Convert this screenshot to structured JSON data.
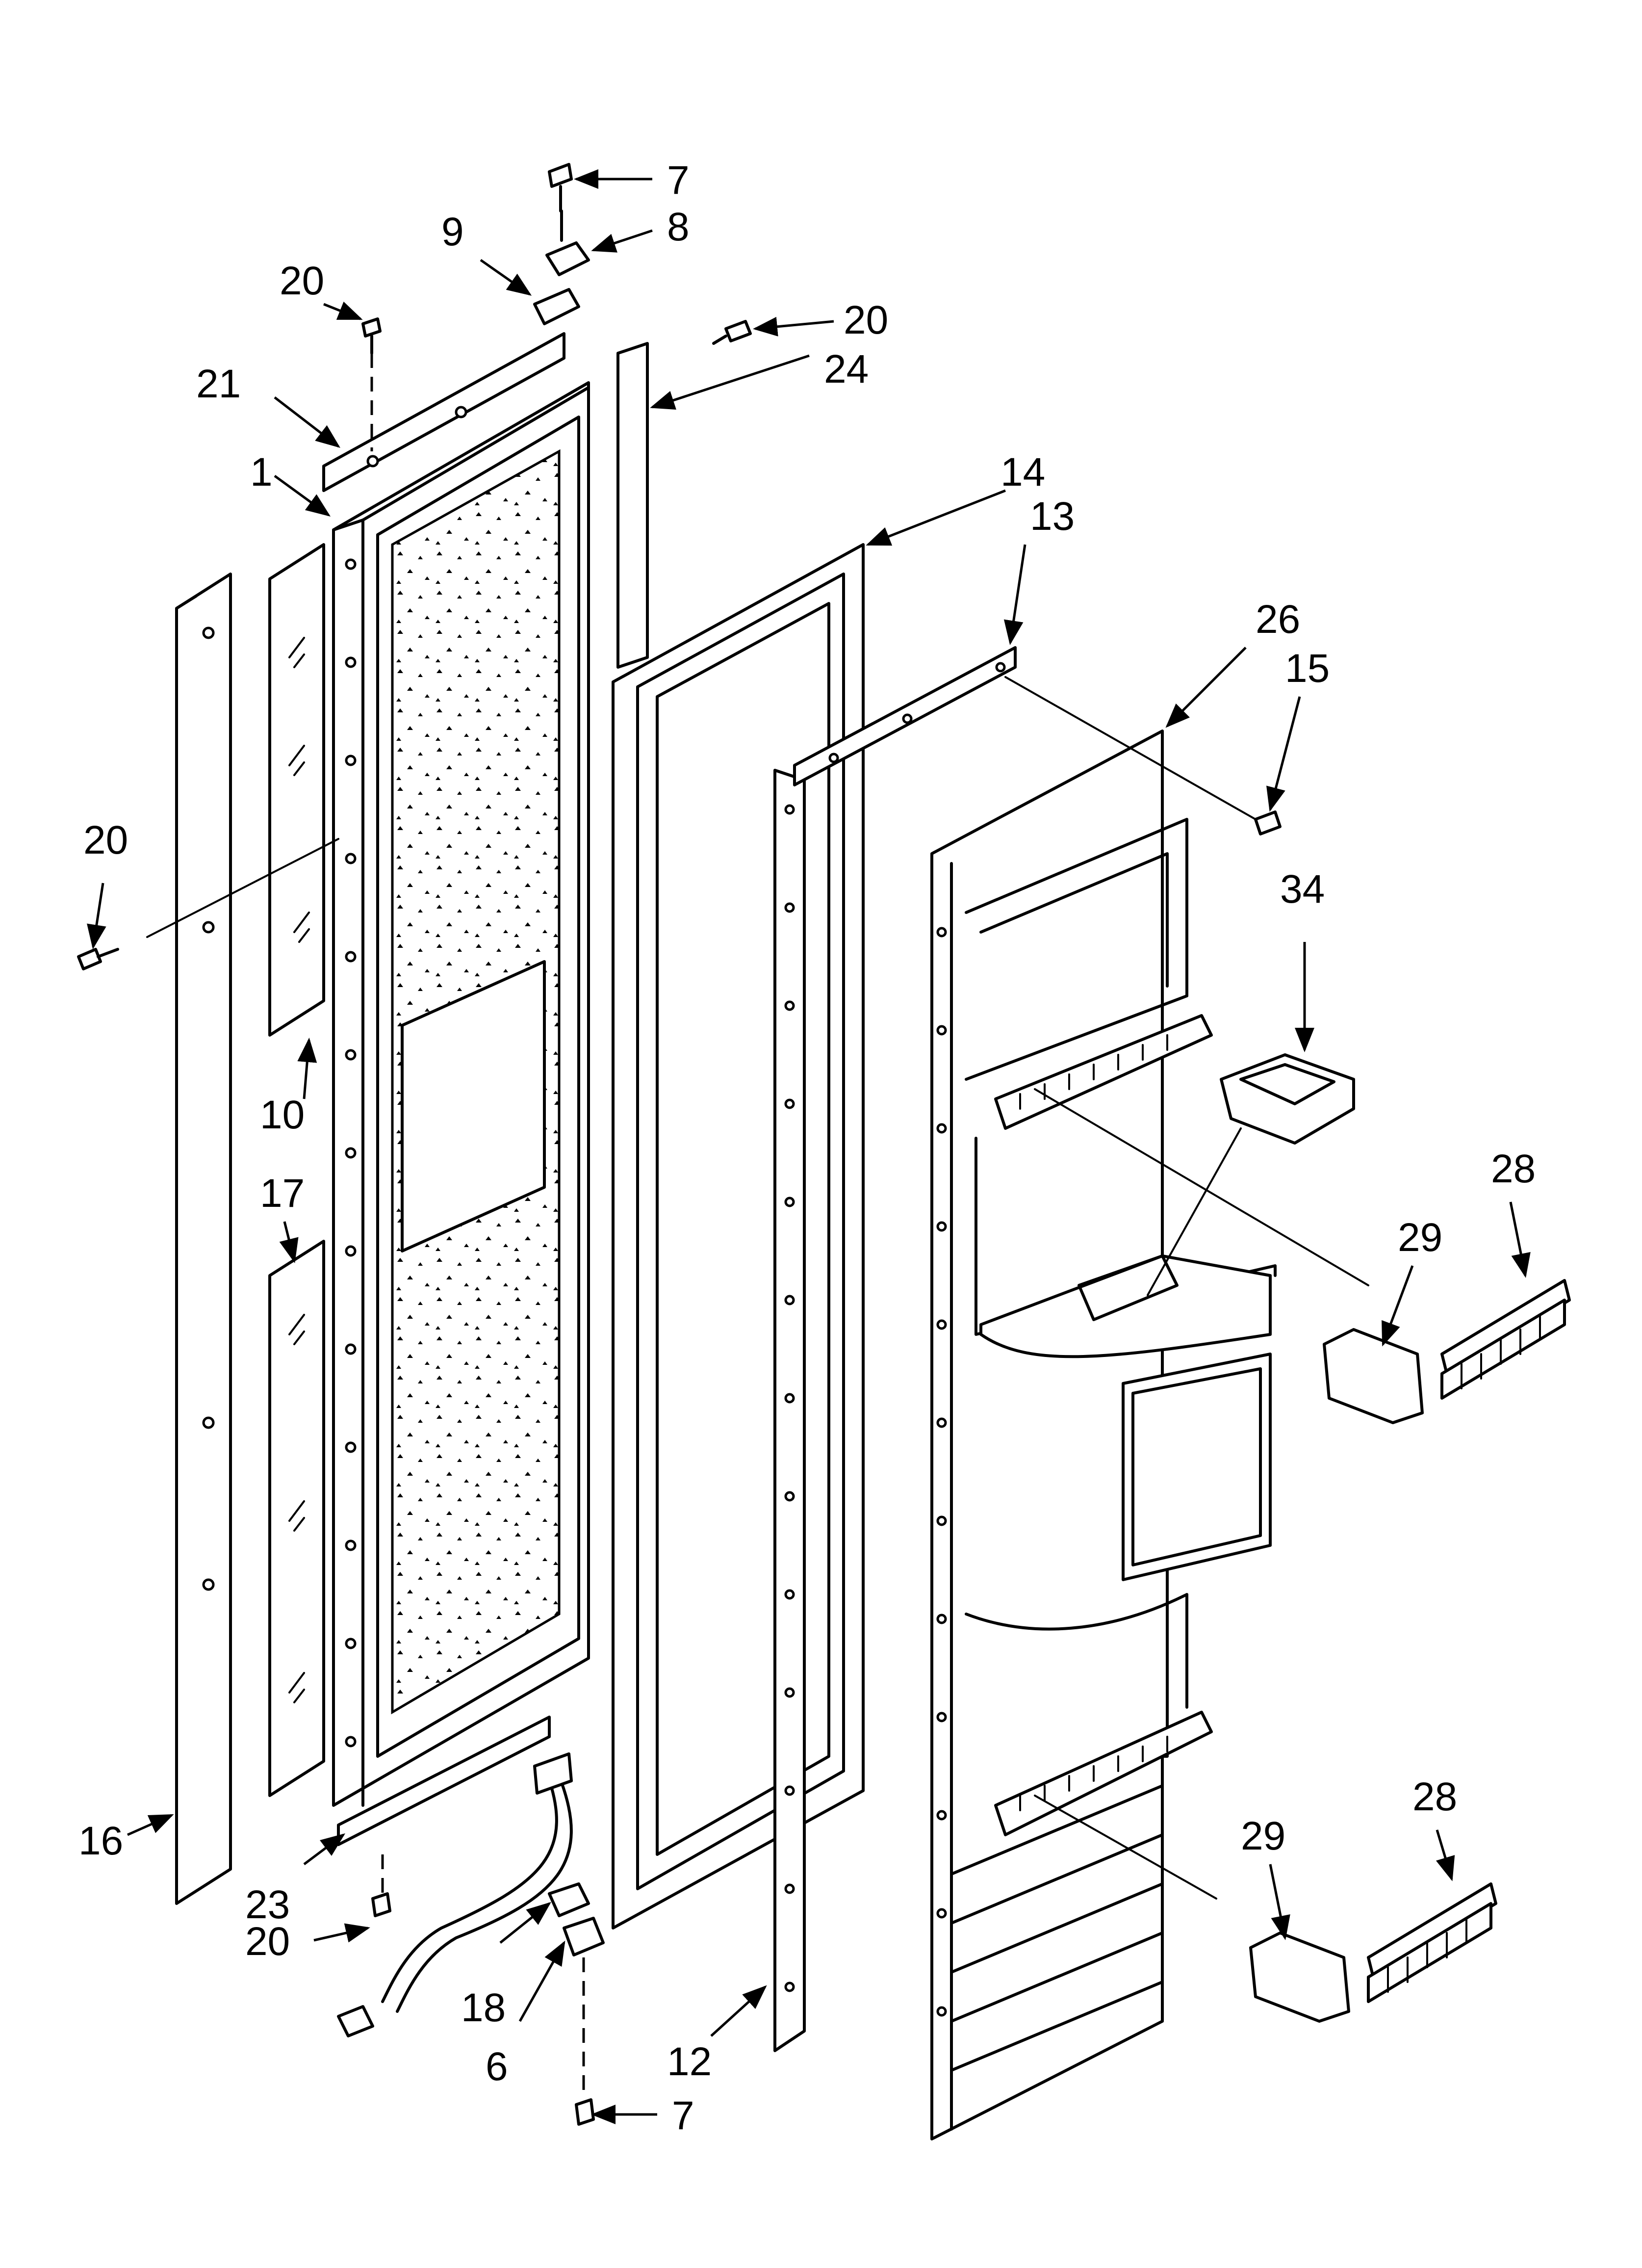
{
  "diagram": {
    "callouts": [
      {
        "id": "c7a",
        "label": "7"
      },
      {
        "id": "c8",
        "label": "8"
      },
      {
        "id": "c9",
        "label": "9"
      },
      {
        "id": "c20a",
        "label": "20"
      },
      {
        "id": "c20b",
        "label": "20"
      },
      {
        "id": "c24",
        "label": "24"
      },
      {
        "id": "c21",
        "label": "21"
      },
      {
        "id": "c1",
        "label": "1"
      },
      {
        "id": "c14",
        "label": "14"
      },
      {
        "id": "c13",
        "label": "13"
      },
      {
        "id": "c26",
        "label": "26"
      },
      {
        "id": "c15",
        "label": "15"
      },
      {
        "id": "c20c",
        "label": "20"
      },
      {
        "id": "c34",
        "label": "34"
      },
      {
        "id": "c10",
        "label": "10"
      },
      {
        "id": "c17",
        "label": "17"
      },
      {
        "id": "c28a",
        "label": "28"
      },
      {
        "id": "c29a",
        "label": "29"
      },
      {
        "id": "c28b",
        "label": "28"
      },
      {
        "id": "c29b",
        "label": "29"
      },
      {
        "id": "c16",
        "label": "16"
      },
      {
        "id": "c23",
        "label": "23"
      },
      {
        "id": "c20d",
        "label": "20"
      },
      {
        "id": "c18",
        "label": "18"
      },
      {
        "id": "c6",
        "label": "6"
      },
      {
        "id": "c12",
        "label": "12"
      },
      {
        "id": "c7b",
        "label": "7"
      }
    ]
  }
}
